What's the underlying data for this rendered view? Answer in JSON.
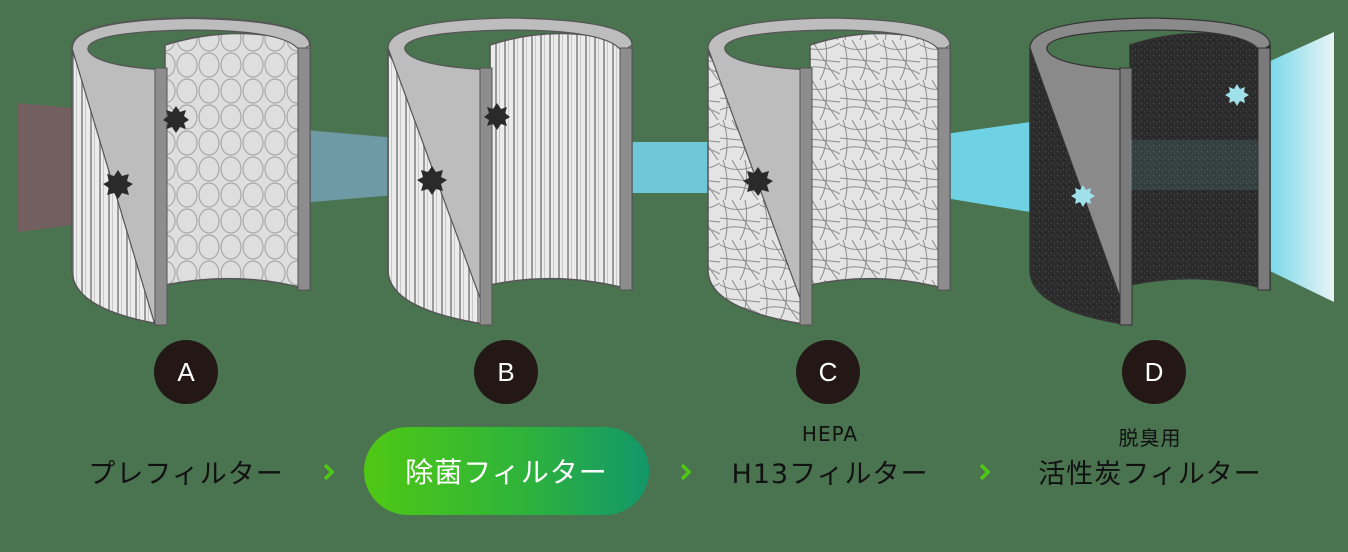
{
  "diagram": {
    "title": "Air purifier 4-stage filter structure",
    "background": "#4a7350",
    "airflow": {
      "inlet_color": "#735f5f",
      "mid_color": "#6fb8c8",
      "outlet_color": "#7fdcea"
    },
    "filters": [
      {
        "badge": "A",
        "pre_label": "",
        "label": "プレフィルター",
        "texture": "pleated-with-circles",
        "highlighted": false
      },
      {
        "badge": "B",
        "pre_label": "",
        "label": "除菌フィルター",
        "texture": "pleated",
        "highlighted": true
      },
      {
        "badge": "C",
        "pre_label": "HEPA",
        "label": "H13フィルター",
        "texture": "fiber-mesh",
        "highlighted": false
      },
      {
        "badge": "D",
        "pre_label": "脱臭用",
        "label": "活性炭フィルター",
        "texture": "activated-carbon",
        "highlighted": false
      }
    ],
    "arrow_glyph": "chevron-right",
    "colors": {
      "badge_bg": "#231815",
      "badge_text": "#ffffff",
      "pill_gradient_start": "#4fc814",
      "pill_gradient_end": "#12976a",
      "chevron": "#4fc814",
      "label_text": "#111111"
    }
  }
}
